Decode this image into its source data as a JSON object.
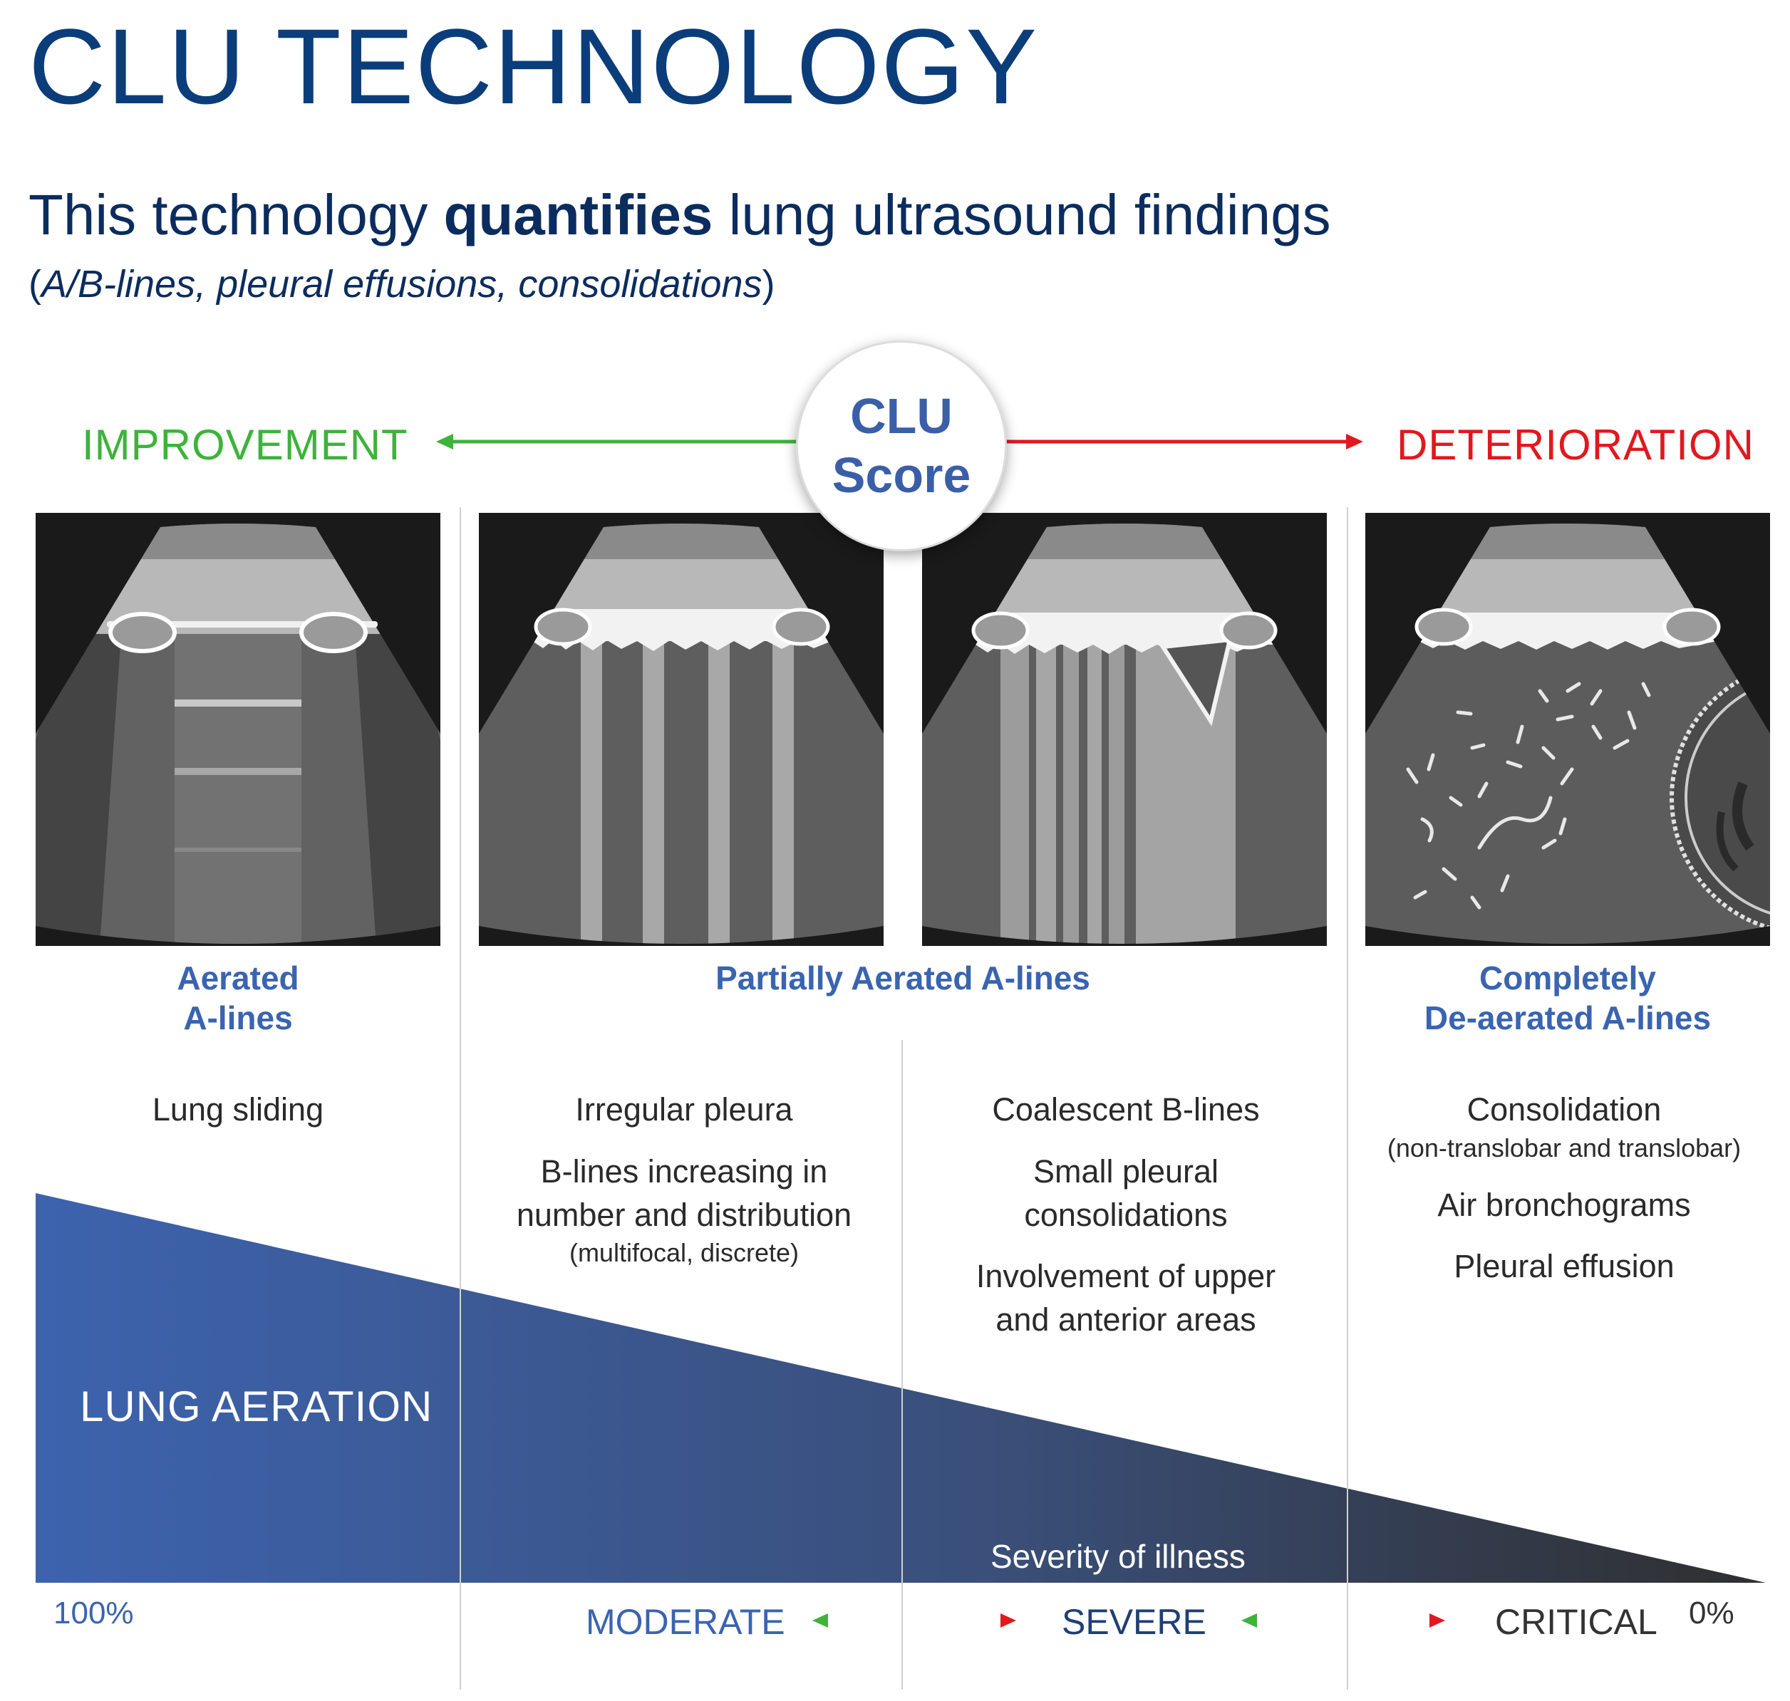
{
  "header": {
    "title": "CLU TECHNOLOGY",
    "subtitle_pre": "This technology ",
    "subtitle_bold": "quantifies",
    "subtitle_post": " lung ultrasound findings",
    "subnote_open": "(",
    "subnote_text": "A/B-lines, pleural effusions, consolidations",
    "subnote_close": ")"
  },
  "scale": {
    "left_label": "IMPROVEMENT",
    "right_label": "DETERIORATION",
    "score_line1": "CLU",
    "score_line2": "Score",
    "colors": {
      "improvement": "#3db33a",
      "deterioration": "#e0191e",
      "accent": "#3a64b0"
    }
  },
  "categories": {
    "aerated_line1": "Aerated",
    "aerated_line2": "A-lines",
    "partial": "Partially Aerated A-lines",
    "deaerated_line1": "Completely",
    "deaerated_line2": "De-aerated A-lines"
  },
  "findings": {
    "col1": {
      "item1": "Lung sliding"
    },
    "col2": {
      "item1": "Irregular pleura",
      "item2_line1": "B-lines increasing in",
      "item2_line2": "number and distribution",
      "item2_note": "(multifocal, discrete)"
    },
    "col3": {
      "item1": "Coalescent B-lines",
      "item2_line1": "Small pleural",
      "item2_line2": "consolidations",
      "item3_line1": "Involvement of upper",
      "item3_line2": "and anterior areas"
    },
    "col4": {
      "item1": "Consolidation",
      "item1_note": "(non-translobar and translobar)",
      "item2": "Air bronchograms",
      "item3": "Pleural effusion"
    }
  },
  "aeration": {
    "label": "LUNG AERATION",
    "severity_label": "Severity of illness",
    "start_pct": "100%",
    "end_pct": "0%",
    "start_value": 100,
    "end_value": 0,
    "colors": {
      "start": "#3d63ae",
      "end": "#2f2f2f"
    }
  },
  "severity_levels": [
    {
      "label": "MODERATE",
      "color": "#3a64b0"
    },
    {
      "label": "SEVERE",
      "color": "#1f3f75"
    },
    {
      "label": "CRITICAL",
      "color": "#333333"
    }
  ],
  "ultrasound_panels": [
    {
      "pattern": "aerated-a-lines"
    },
    {
      "pattern": "b-lines-discrete"
    },
    {
      "pattern": "coalescent-b-lines"
    },
    {
      "pattern": "consolidation-air-bronchograms"
    }
  ]
}
